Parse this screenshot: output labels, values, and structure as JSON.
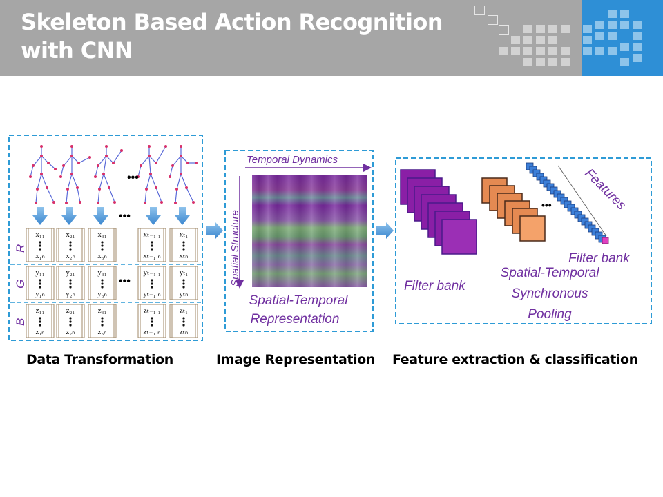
{
  "slide": {
    "title_line1": "Skeleton Based Action Recognition",
    "title_line2": "with CNN"
  },
  "colors": {
    "header_gray": "#a6a6a6",
    "header_blue": "#2e8fd6",
    "dashed_border": "#2e9bd6",
    "label_purple": "#7030a0"
  },
  "diagram": {
    "data_transformation": {
      "ellipsis": "•••",
      "channels": [
        "R",
        "G",
        "B"
      ],
      "rows": [
        {
          "channel": "R",
          "cells": [
            {
              "top": "x₁₁",
              "bottom": "x₁ₙ"
            },
            {
              "top": "x₂₁",
              "bottom": "x₂ₙ"
            },
            {
              "top": "x₃₁",
              "bottom": "x₃ₙ"
            },
            {
              "top": "xₜ₋₁ ₁",
              "bottom": "xₜ₋₁ ₙ"
            },
            {
              "top": "xₜ₁",
              "bottom": "xₜₙ"
            }
          ]
        },
        {
          "channel": "G",
          "cells": [
            {
              "top": "y₁₁",
              "bottom": "y₁ₙ"
            },
            {
              "top": "y₂₁",
              "bottom": "y₂ₙ"
            },
            {
              "top": "y₃₁",
              "bottom": "y₃ₙ"
            },
            {
              "top": "yₜ₋₁ ₁",
              "bottom": "yₜ₋₁ ₙ"
            },
            {
              "top": "yₜ₁",
              "bottom": "yₜₙ"
            }
          ]
        },
        {
          "channel": "B",
          "cells": [
            {
              "top": "z₁₁",
              "bottom": "z₁ₙ"
            },
            {
              "top": "z₂₁",
              "bottom": "z₂ₙ"
            },
            {
              "top": "z₃₁",
              "bottom": "z₃ₙ"
            },
            {
              "top": "zₜ₋₁ ₁",
              "bottom": "zₜ₋₁ ₙ"
            },
            {
              "top": "zₜ₁",
              "bottom": "zₜₙ"
            }
          ]
        }
      ]
    },
    "image_representation": {
      "temporal_label": "Temporal Dynamics",
      "spatial_label": "Spatial Structure",
      "caption_line1": "Spatial-Temporal",
      "caption_line2": "Representation"
    },
    "feature_extraction": {
      "features_label": "Features",
      "filter_bank_1": "Filter bank",
      "filter_bank_2": "Filter bank",
      "pooling_line1": "Spatial-Temporal",
      "pooling_line2": "Synchronous",
      "pooling_line3": "Pooling",
      "ellipsis": "•••"
    }
  },
  "captions": {
    "data_transformation": "Data Transformation",
    "image_representation": "Image Representation",
    "feature_extraction": "Feature extraction & classification"
  }
}
